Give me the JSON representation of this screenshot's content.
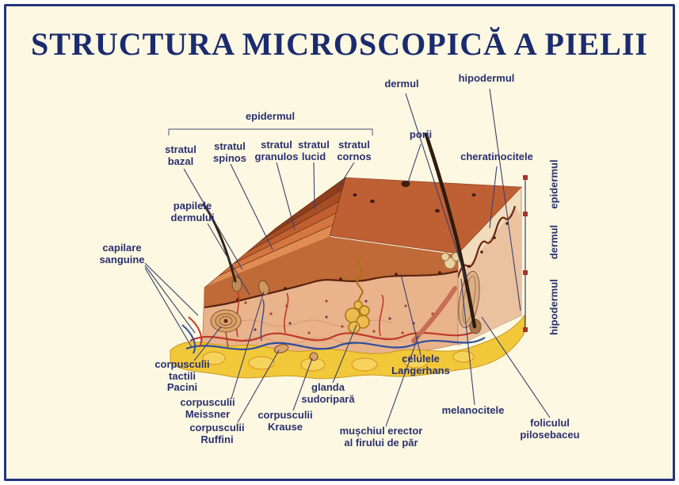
{
  "title": "STRUCTURA MICROSCOPICĂ A PIELII",
  "labels": {
    "dermul": "dermul",
    "hipodermul_top": "hipodermul",
    "epidermul_group": "epidermul",
    "stratul_bazal": "stratul\nbazal",
    "stratul_spinos": "stratul\nspinos",
    "stratul_granulos": "stratul\ngranulos",
    "stratul_lucid": "stratul\nlucid",
    "stratul_cornos": "stratul\ncornos",
    "porii": "porii",
    "cheratinocitele": "cheratinocitele",
    "papilele_dermului": "papilele\ndermului",
    "capilare_sanguine": "capilare\nsanguine",
    "corpusculii_tactili_pacini": "corpusculii\ntactili\nPacini",
    "corpusculii_meissner": "corpusculii\nMeissner",
    "corpusculii_ruffini": "corpusculii\nRuffini",
    "corpusculii_krause": "corpusculii\nKrause",
    "glanda_sudoripara": "glanda\nsudoripară",
    "muschiul_erector": "mușchiul erector\nal firului de păr",
    "celulele_langerhans": "celulele\nLangerhans",
    "melanocitele": "melanocitele",
    "foliculul_pilosebaceu": "foliculul\npilosebaceu"
  },
  "depth_scale": {
    "epidermul": "epidermul",
    "dermul": "dermul",
    "hipodermul": "hipodermul"
  },
  "colors": {
    "background": "#FCF8E1",
    "border": "#23357E",
    "title_text": "#1B2B6F",
    "label_text": "#2A3170",
    "leader_line": "#3A4170",
    "epidermis_surface": "#BF5F34",
    "dermis": "#E9B38C",
    "hypodermis_fat": "#F2C83B",
    "artery": "#C03A2A",
    "vein": "#2D4E9C"
  }
}
